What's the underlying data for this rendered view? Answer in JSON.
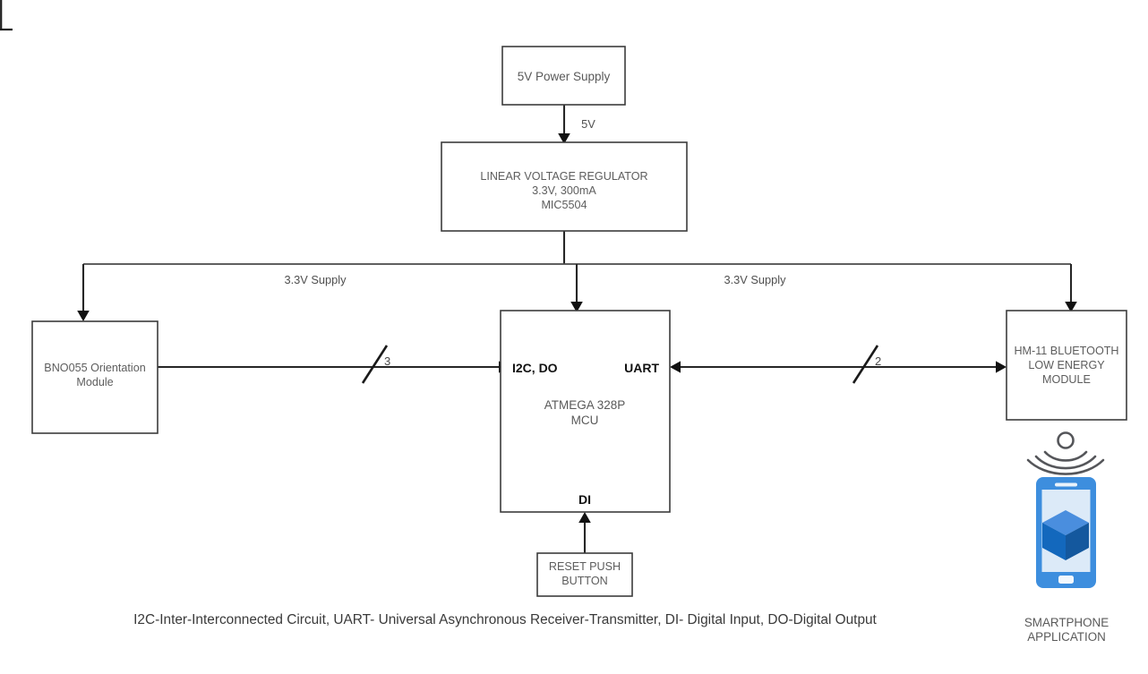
{
  "diagram": {
    "title_caption": "I2C-Inter-Interconnected Circuit, UART- Universal Asynchronous Receiver-Transmitter, DI- Digital Input, DO-Digital Output",
    "blocks": {
      "power_supply": {
        "label": "5V Power Supply"
      },
      "regulator": {
        "line1": "LINEAR VOLTAGE REGULATOR",
        "line2": "3.3V, 300mA",
        "line3": "MIC5504"
      },
      "orientation": {
        "line1": "BNO055 Orientation",
        "line2": "Module"
      },
      "mcu": {
        "port_left": "I2C, DO",
        "port_right": "UART",
        "port_bottom": "DI",
        "line1": "ATMEGA 328P",
        "line2": "MCU"
      },
      "bluetooth": {
        "line1": "HM-11 BLUETOOTH",
        "line2": "LOW ENERGY",
        "line3": "MODULE"
      },
      "reset_button": {
        "line1": "RESET PUSH",
        "line2": "BUTTON"
      },
      "smartphone": {
        "line1": "SMARTPHONE",
        "line2": "APPLICATION"
      }
    },
    "edge_labels": {
      "five_volt": "5V",
      "supply_left": "3.3V Supply",
      "supply_right": "3.3V Supply",
      "bus_left_width": "3",
      "bus_right_width": "2"
    },
    "colors": {
      "box_stroke": "#3c3c3c",
      "wire": "#262626",
      "text_gray": "#595959",
      "phone_body": "#3d8ede",
      "phone_screen": "#dceaf8",
      "cube_top": "#4a8ede",
      "cube_left": "#1368bd",
      "cube_right": "#14589e"
    }
  }
}
